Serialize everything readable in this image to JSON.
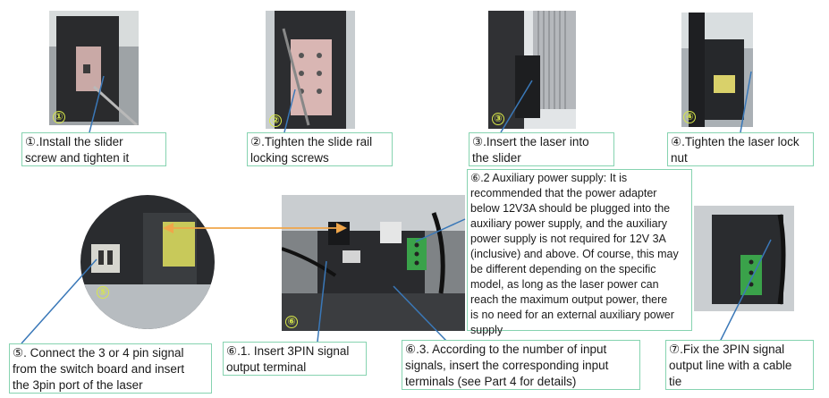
{
  "photo_markers": {
    "p1": "①",
    "p2": "②",
    "p3": "③",
    "p4": "④",
    "p5": "⑤",
    "p6": "⑥"
  },
  "captions": {
    "c1": "①.Install the slider\nscrew and tighten it",
    "c2": "②.Tighten the slide rail\nlocking screws",
    "c3": "③.Insert the laser into\nthe slider",
    "c4": "④.Tighten the laser lock\nnut",
    "c62": "⑥.2 Auxiliary power supply: It is\nrecommended that the power adapter\nbelow 12V3A should be plugged into the\nauxiliary power supply, and the auxiliary\npower supply is not required for 12V 3A\n(inclusive) and above. Of course, this may\nbe different depending on the specific\nmodel, as long as the laser power can\nreach the maximum output power, there\nis no need for an external auxiliary power\nsupply",
    "c5": "⑤. Connect the 3 or 4 pin signal\nfrom the switch board and insert\nthe 3pin port of the laser",
    "c61": "⑥.1. Insert 3PIN signal\noutput terminal",
    "c63": "⑥.3. According to the number of input\nsignals, insert the corresponding input\nterminals (see Part 4 for details)",
    "c7": "⑦.Fix the 3PIN signal\noutput line with a cable\ntie"
  },
  "colors": {
    "caption_border": "#86d3b0",
    "pointer_line": "#3a78b8",
    "arrow_orange": "#f0a64a",
    "marker_yellow": "#d8e84a"
  }
}
